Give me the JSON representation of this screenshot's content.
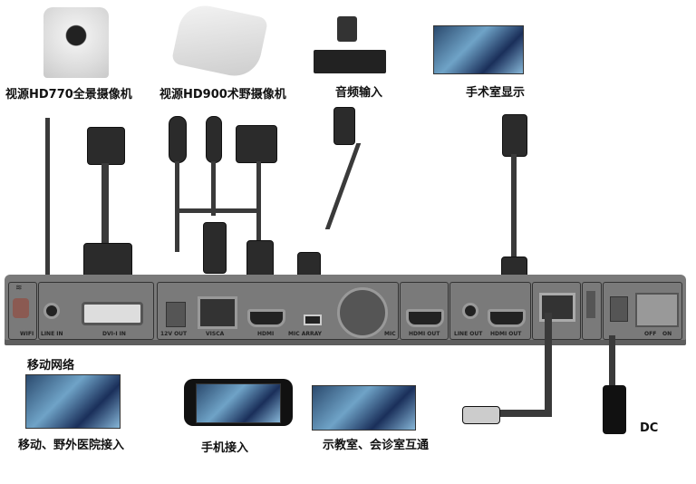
{
  "devices_top": {
    "hd770": "视源HD770全景摄像机",
    "hd900": "视源HD900术野摄像机",
    "audio_in": "音频输入",
    "or_display": "手术室显示"
  },
  "devices_bottom": {
    "mobile_network": "移动网络",
    "field_hospital": "移动、野外医院接入",
    "phone_access": "手机接入",
    "classroom": "示教室、会诊室互通",
    "dc": "DC"
  },
  "panel_ports": {
    "wifi": "WIFI",
    "line_in": "LINE IN",
    "dvi_in": "DVI-I IN",
    "out_12v": "12V OUT",
    "visca": "VISCA",
    "hdmi": "HDMI",
    "mic_array": "MIC ARRAY",
    "mic": "MIC",
    "hdmi_out_1": "HDMI OUT",
    "line_out": "LINE OUT",
    "hdmi_out_2": "HDMI OUT",
    "off": "OFF",
    "on": "ON"
  }
}
